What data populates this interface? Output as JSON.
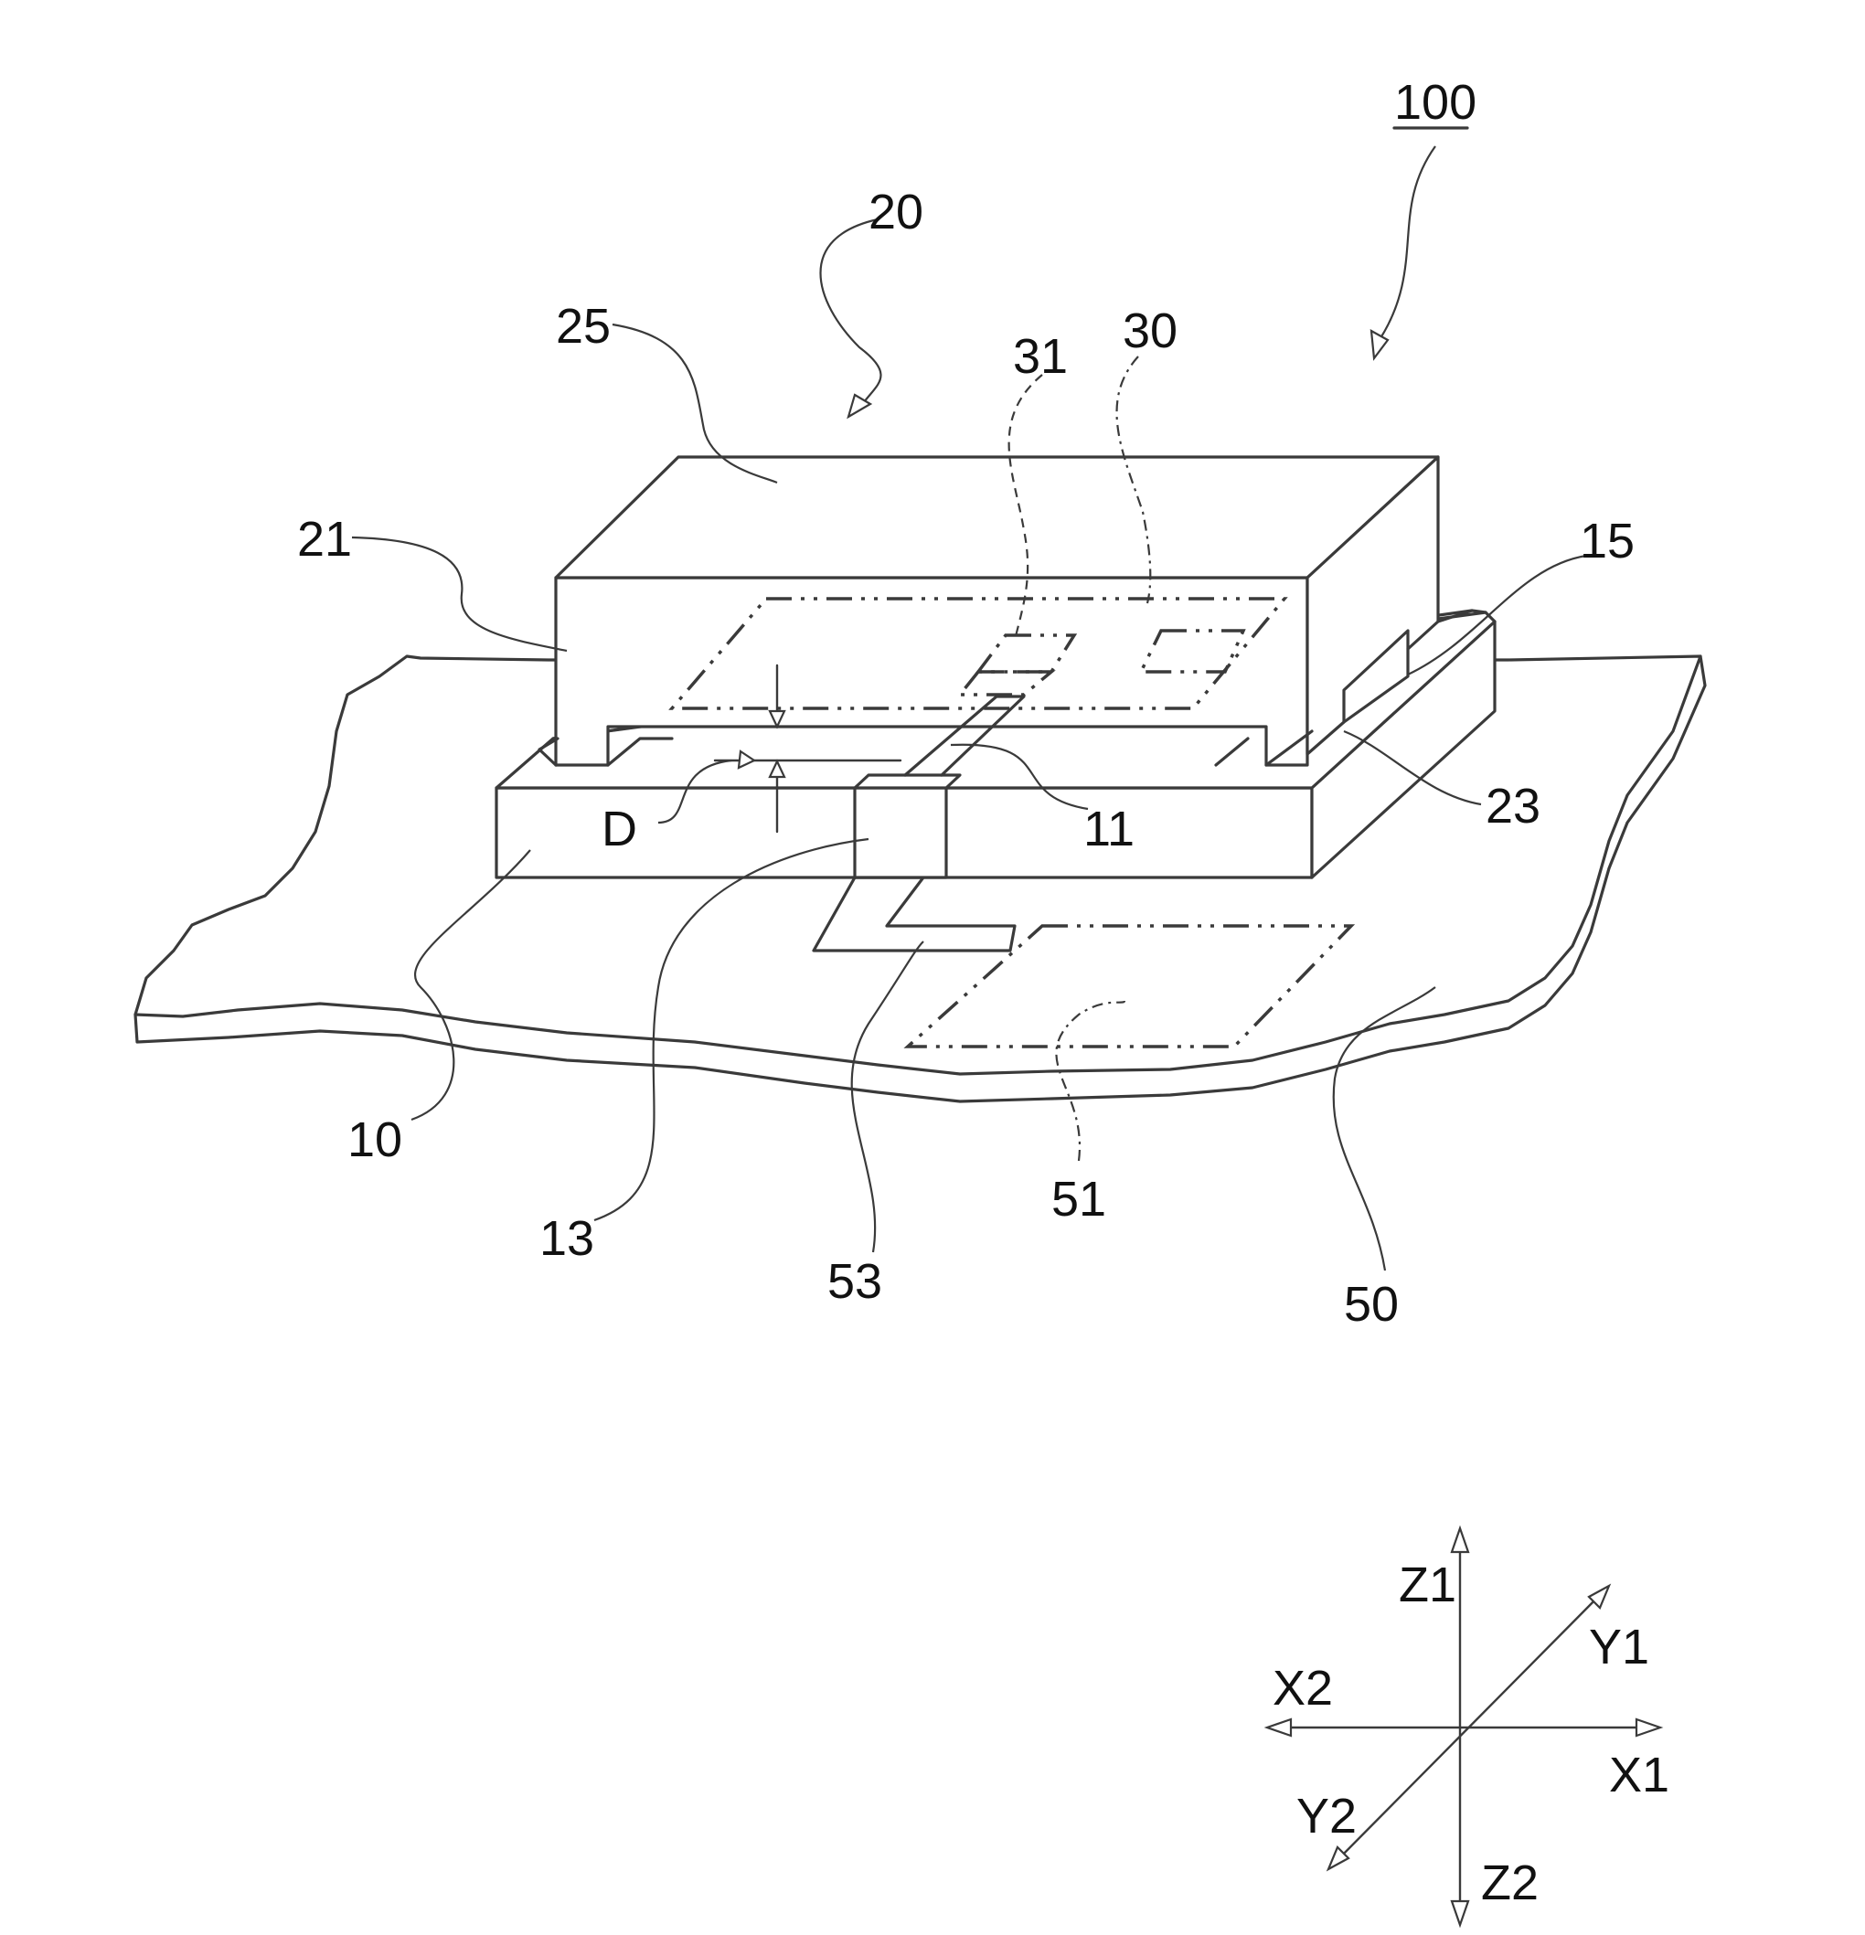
{
  "labels": {
    "device": "100",
    "antenna_module": "20",
    "top_face": "25",
    "conductor_31": "31",
    "antenna_30": "30",
    "side_face": "21",
    "terminal_15": "15",
    "terminal_23": "23",
    "distance": "D",
    "terminal_11": "11",
    "substrate_10": "10",
    "terminal_13": "13",
    "line_53": "53",
    "pattern_51": "51",
    "board_50": "50"
  },
  "axes": {
    "z_plus": "Z1",
    "z_minus": "Z2",
    "x_plus": "X1",
    "x_minus": "X2",
    "y_plus": "Y1",
    "y_minus": "Y2"
  }
}
